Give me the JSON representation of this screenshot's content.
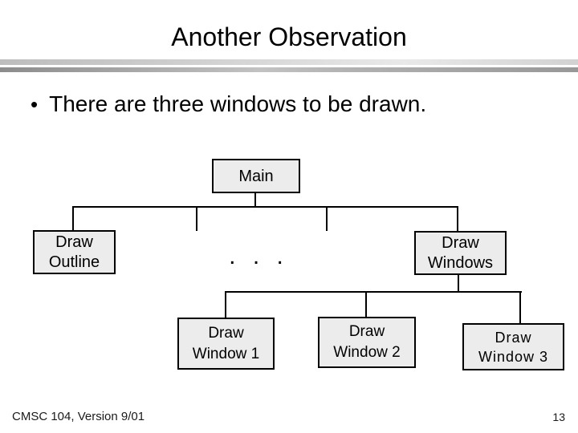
{
  "slide": {
    "title": "Another Observation",
    "bullet_glyph": "•",
    "bullet_text": "There are three windows to be drawn.",
    "footer_left": "CMSC 104, Version 9/01",
    "page_number": "13"
  },
  "diagram": {
    "type": "tree",
    "ellipsis": ". . .",
    "nodes": {
      "main": {
        "line1": "Main",
        "line2": ""
      },
      "draw_outline": {
        "line1": "Draw",
        "line2": "Outline"
      },
      "draw_windows": {
        "line1": "Draw",
        "line2": "Windows"
      },
      "draw_window_1": {
        "line1": "Draw",
        "line2": "Window 1"
      },
      "draw_window_2": {
        "line1": "Draw",
        "line2": "Window 2"
      },
      "draw_window_3": {
        "line1": "Draw",
        "line2": "Window 3"
      }
    },
    "edges": [
      {
        "from": "Main",
        "to": "Draw Outline"
      },
      {
        "from": "Main",
        "to": "(ellipsis)"
      },
      {
        "from": "Main",
        "to": "Draw Windows"
      },
      {
        "from": "Draw Windows",
        "to": "Draw Window 1"
      },
      {
        "from": "Draw Windows",
        "to": "Draw Window 2"
      },
      {
        "from": "Draw Windows",
        "to": "Draw Window 3"
      }
    ]
  },
  "colors": {
    "background": "#ffffff",
    "text": "#000000",
    "node_fill": "#ececec",
    "node_border": "#000000",
    "connector": "#000000",
    "rule_top_gray": "#cccccc",
    "rule_bottom_gray": "#8c8c8c"
  }
}
